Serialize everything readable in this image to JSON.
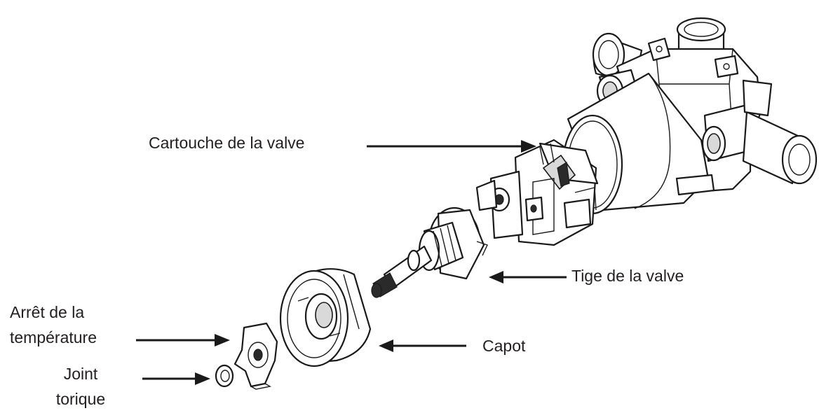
{
  "labels": {
    "valve_cartridge": "Cartouche de la valve",
    "valve_stem": "Tige de la valve",
    "temp_stop_line1": "Arrêt de la",
    "temp_stop_line2": "température",
    "cap": "Capot",
    "oring_line1": "Joint",
    "oring_line2": "torique"
  }
}
